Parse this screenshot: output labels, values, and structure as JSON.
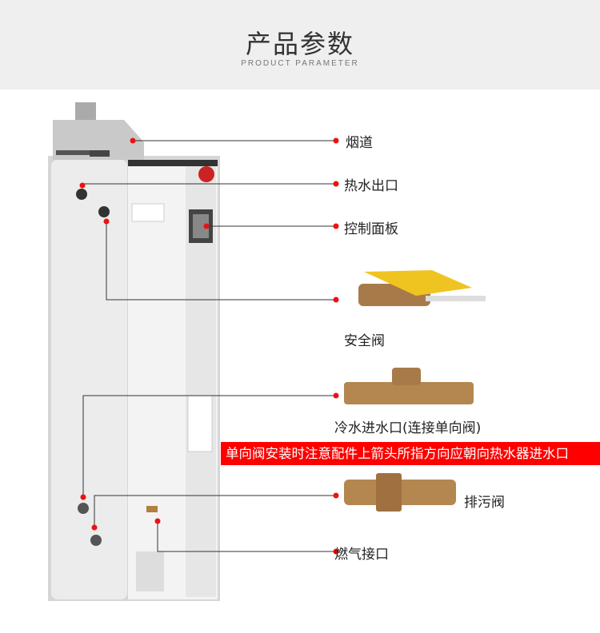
{
  "header": {
    "title": "产品参数",
    "subtitle": "PRODUCT PARAMETER"
  },
  "parts": [
    {
      "label": "烟道"
    },
    {
      "label": "热水出口"
    },
    {
      "label": "控制面板"
    },
    {
      "label": "安全阀"
    },
    {
      "label": "冷水进水口(连接单向阀)"
    },
    {
      "label": "排污阀"
    },
    {
      "label": "燃气接口"
    }
  ],
  "notice": "单向阀安装时注意配件上箭头所指方向应朝向热水器进水口",
  "colors": {
    "accent": "#ff0000",
    "leader": "#333333"
  }
}
